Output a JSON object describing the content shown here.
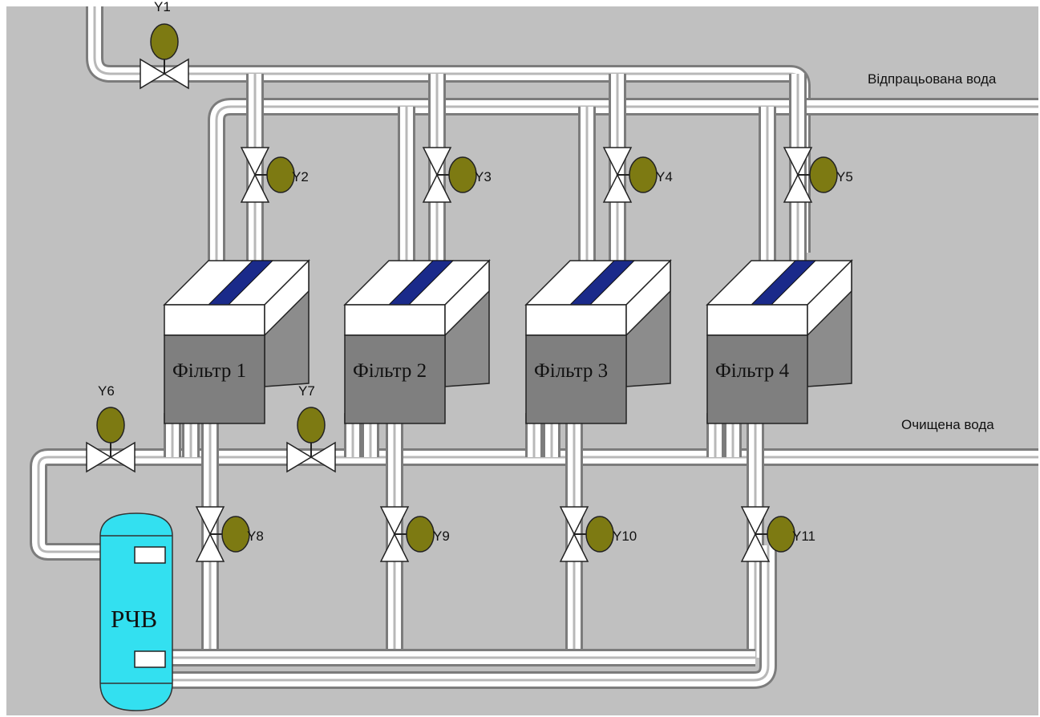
{
  "lines": {
    "waste_water": "Відпрацьована вода",
    "clean_water": "Очищена вода"
  },
  "filters": [
    "Фільтр 1",
    "Фільтр 2",
    "Фільтр 3",
    "Фільтр 4"
  ],
  "tank": {
    "label": "РЧВ"
  },
  "valves": {
    "y1": "Y1",
    "y2": "Y2",
    "y3": "Y3",
    "y4": "Y4",
    "y5": "Y5",
    "y6": "Y6",
    "y7": "Y7",
    "y8": "Y8",
    "y9": "Y9",
    "y10": "Y10",
    "y11": "Y11"
  },
  "colors": {
    "background": "#c0c0c0",
    "pipe_edge": "#7c7c7c",
    "pipe_fill": "#ffffff",
    "actuator": "#7d7a12",
    "filter_body": "#7f7f7f",
    "filter_top": "#ffffff",
    "filter_stripe": "#1a2a8a",
    "tank": "#33e0f0"
  }
}
